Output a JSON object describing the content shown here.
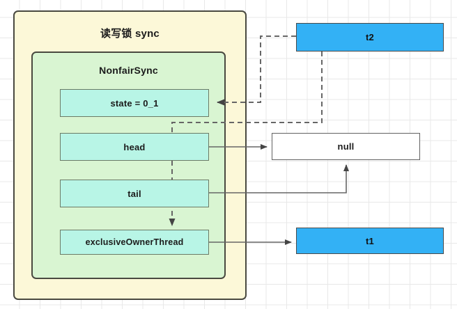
{
  "diagram": {
    "title": "读写锁 sync",
    "inner_title": "NonfairSync",
    "outer_container": {
      "label": "读写锁 sync",
      "fill_color": "#fcf8d8",
      "stroke_color": "#494940"
    },
    "inner_container": {
      "label": "NonfairSync",
      "fill_color": "#d9f5d2",
      "stroke_color": "#494940"
    },
    "fields": [
      {
        "name": "state",
        "label": "state = 0_1",
        "fill_color": "#b8f5e6"
      },
      {
        "name": "head",
        "label": "head",
        "fill_color": "#b8f5e6"
      },
      {
        "name": "tail",
        "label": "tail",
        "fill_color": "#b8f5e6"
      },
      {
        "name": "exclusiveOwnerThread",
        "label": "exclusiveOwnerThread",
        "fill_color": "#b8f5e6"
      }
    ],
    "nodes": [
      {
        "name": "t2",
        "label": "t2",
        "fill_color": "#33b1f5"
      },
      {
        "name": "null",
        "label": "null",
        "fill_color": "#ffffff"
      },
      {
        "name": "t1",
        "label": "t1",
        "fill_color": "#33b1f5"
      }
    ],
    "edges": [
      {
        "name": "t2-to-state",
        "from": "t2",
        "to": "state",
        "style": "dashed"
      },
      {
        "name": "t2-to-exclusiveOwnerThread",
        "from": "t2",
        "to": "exclusiveOwnerThread",
        "style": "dashed"
      },
      {
        "name": "head-to-null",
        "from": "head",
        "to": "null",
        "style": "solid"
      },
      {
        "name": "tail-to-null",
        "from": "tail",
        "to": "null",
        "style": "solid"
      },
      {
        "name": "exclusiveOwnerThread-to-t1",
        "from": "exclusiveOwnerThread",
        "to": "t1",
        "style": "solid"
      }
    ],
    "edge_color": "#666666"
  }
}
